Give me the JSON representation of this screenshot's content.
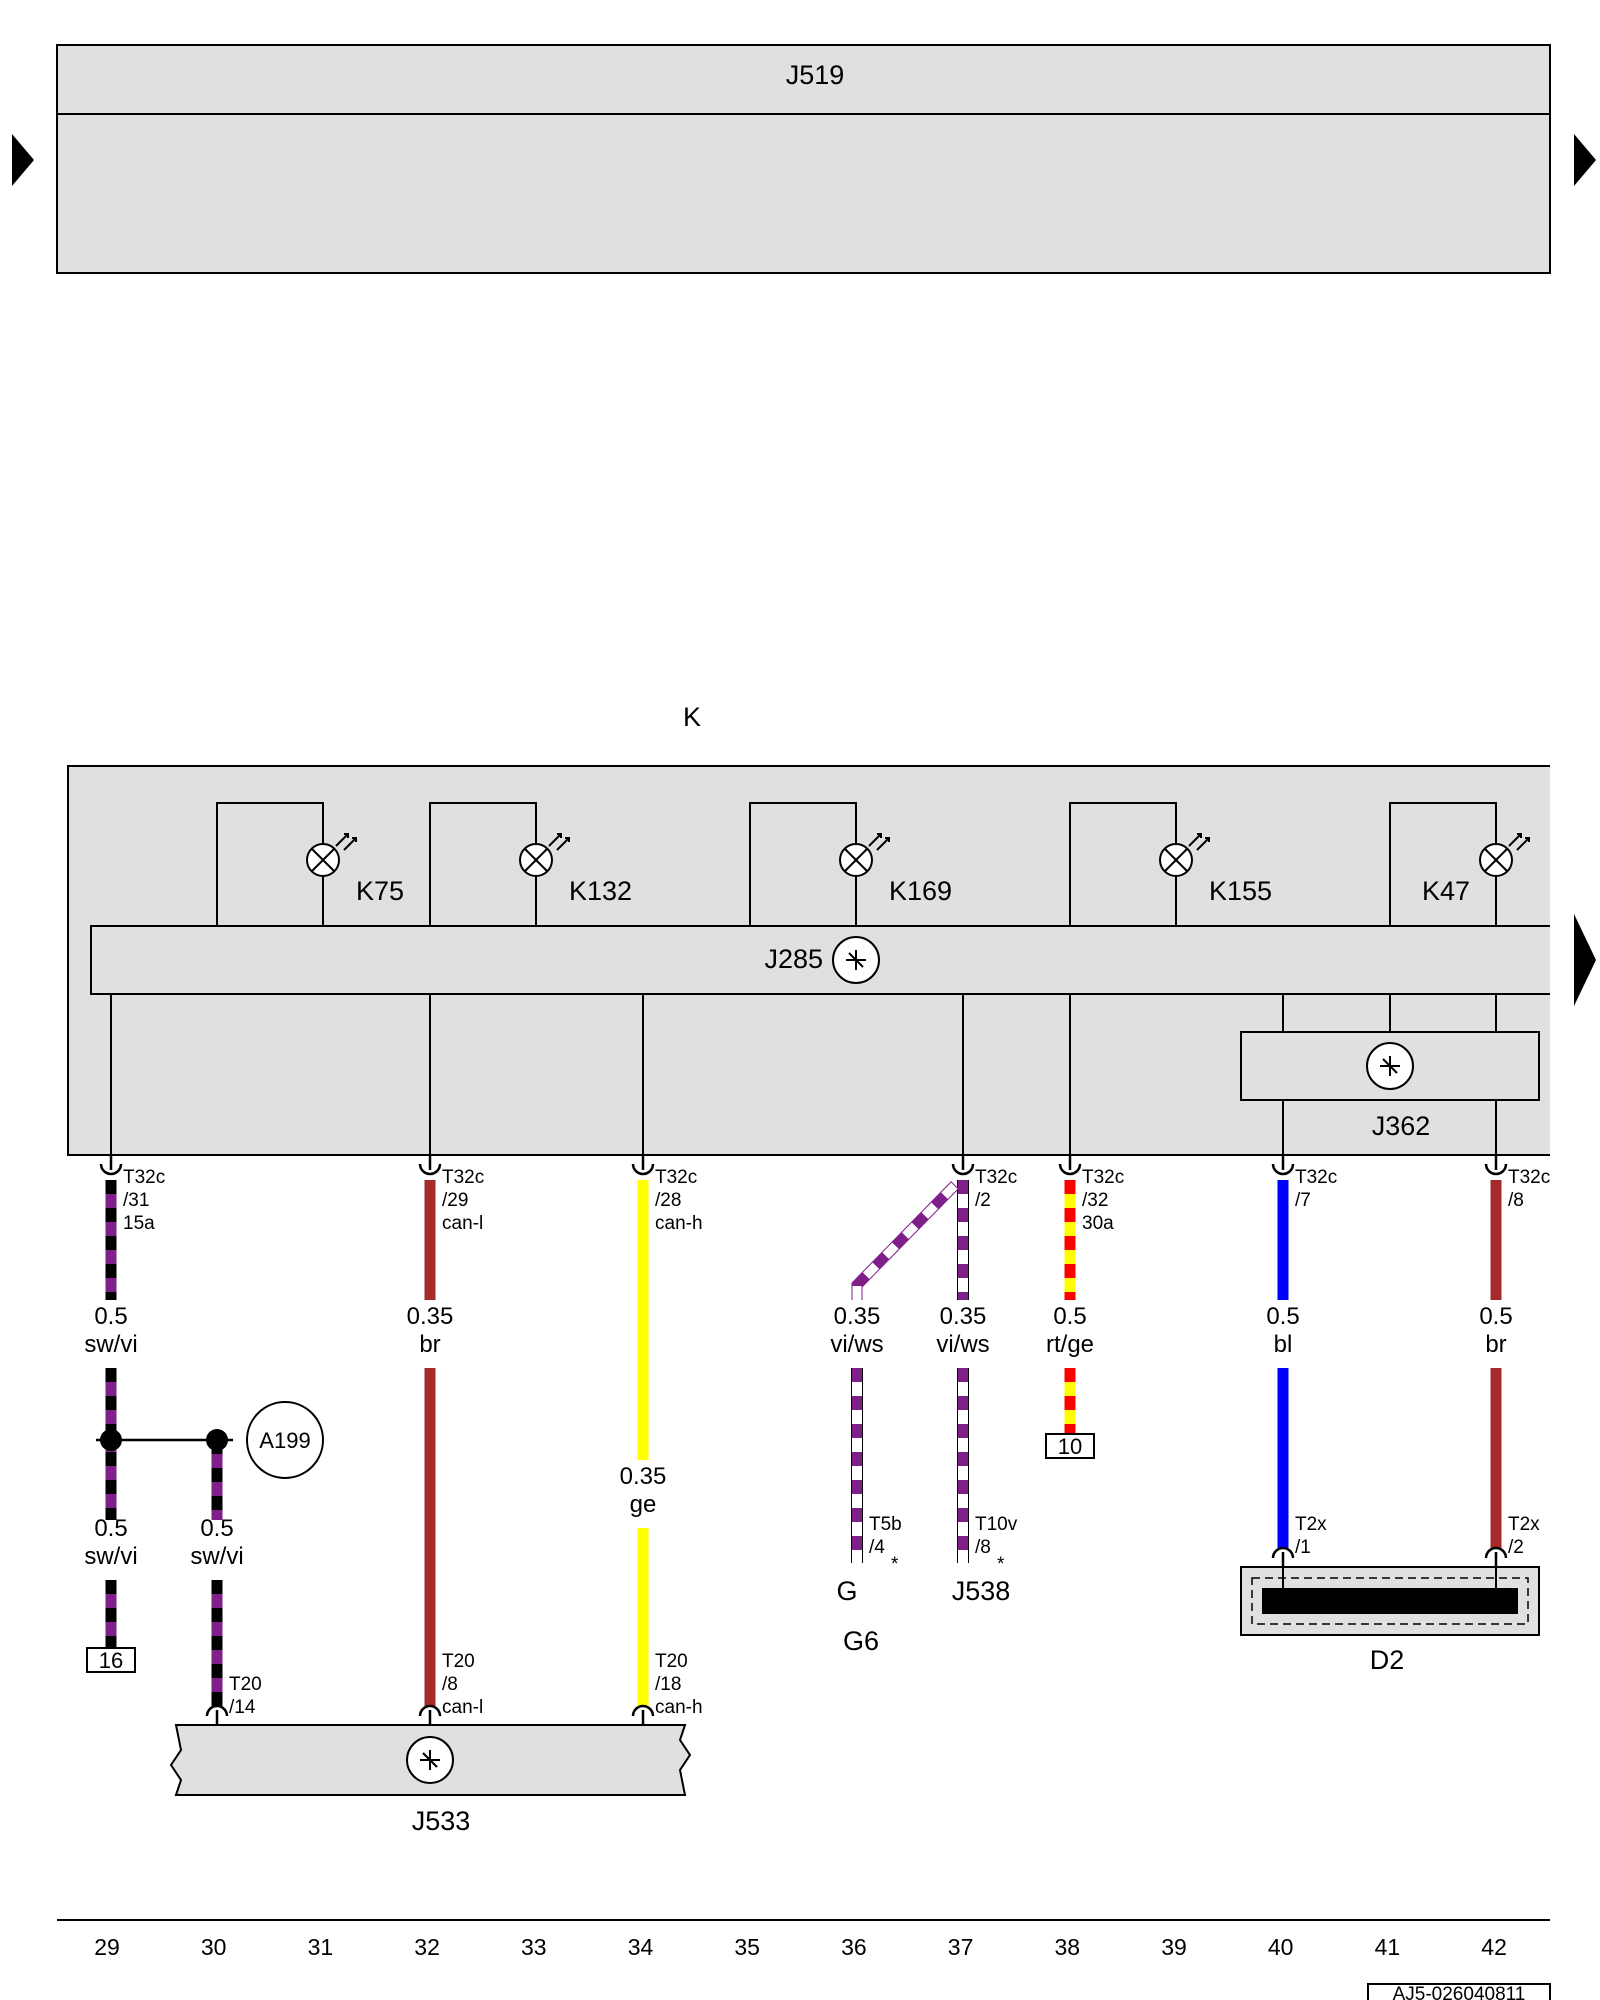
{
  "colors": {
    "sw": "#000000",
    "vi": "#7f1f8a",
    "br": "#a52a2a",
    "ge": "#ffff00",
    "ws": "#ffffff",
    "rt": "#ff0000",
    "bl": "#0000ff",
    "panel": "#e0e0e0"
  },
  "top_panel": {
    "label": "J519"
  },
  "main_panel": {
    "title": "K",
    "bus_label": "J285",
    "sub_module_label": "J362",
    "lamps": [
      "K75",
      "K132",
      "K169",
      "K155",
      "K47"
    ]
  },
  "wires": [
    {
      "id": "w29",
      "pin": [
        "T32c",
        "/31",
        "15a"
      ],
      "gauge": "0.5",
      "color": "sw/vi"
    },
    {
      "id": "w32",
      "pin": [
        "T32c",
        "/29",
        "can-l"
      ],
      "gauge": "0.35",
      "color": "br"
    },
    {
      "id": "w34",
      "pin": [
        "T32c",
        "/28",
        "can-h"
      ],
      "gauge": "0.35",
      "color": "ge"
    },
    {
      "id": "w36",
      "pin": [],
      "gauge": "0.35",
      "color": "vi/ws"
    },
    {
      "id": "w37",
      "pin": [
        "T32c",
        "/2"
      ],
      "gauge": "0.35",
      "color": "vi/ws"
    },
    {
      "id": "w38",
      "pin": [
        "T32c",
        "/32",
        "30a"
      ],
      "gauge": "0.5",
      "color": "rt/ge"
    },
    {
      "id": "w40",
      "pin": [
        "T32c",
        "/7"
      ],
      "gauge": "0.5",
      "color": "bl"
    },
    {
      "id": "w42",
      "pin": [
        "T32c",
        "/8"
      ],
      "gauge": "0.5",
      "color": "br"
    }
  ],
  "lower": {
    "splice_label": "A199",
    "branch29": {
      "gauge": "0.5",
      "color": "sw/vi",
      "target": "16"
    },
    "branch30": {
      "gauge": "0.5",
      "color": "sw/vi",
      "pin": [
        "T20",
        "/14"
      ]
    },
    "w34_lower": {
      "gauge": "0.35",
      "color": "ge"
    },
    "j533_pins": [
      [
        "T20",
        "/8",
        "can-l"
      ],
      [
        "T20",
        "/18",
        "can-h"
      ]
    ],
    "j533_label": "J533",
    "g6_pin": [
      "T5b",
      "/4",
      "*"
    ],
    "g_label": "G",
    "g6_label": "G6",
    "j538_pin": [
      "T10v",
      "/8",
      "*"
    ],
    "j538_label": "J538",
    "w38_target": "10",
    "d2_pins": [
      [
        "T2x",
        "/1"
      ],
      [
        "T2x",
        "/2"
      ]
    ],
    "d2_label": "D2"
  },
  "columns": [
    "29",
    "30",
    "31",
    "32",
    "33",
    "34",
    "35",
    "36",
    "37",
    "38",
    "39",
    "40",
    "41",
    "42"
  ],
  "footer_code": "AJ5-026040811"
}
